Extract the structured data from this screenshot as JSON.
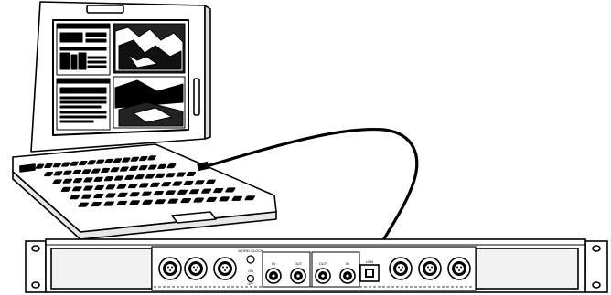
{
  "illustration": {
    "laptop": {
      "icon": "laptop-computer-illustration"
    },
    "cable": {
      "icon": "usb-cable"
    },
    "rack_unit": {
      "icon": "rack-mount-interface-rear-panel",
      "screen_print": {
        "word_clock": "WORD CLOCK",
        "on": "ON",
        "off": "OFF",
        "in": "IN",
        "out": "OUT",
        "usb": "USB"
      }
    }
  },
  "colors": {
    "ink": "#000000",
    "paper": "#ffffff",
    "panel": "#f2f2f2",
    "screen": "#1a1a1a"
  }
}
